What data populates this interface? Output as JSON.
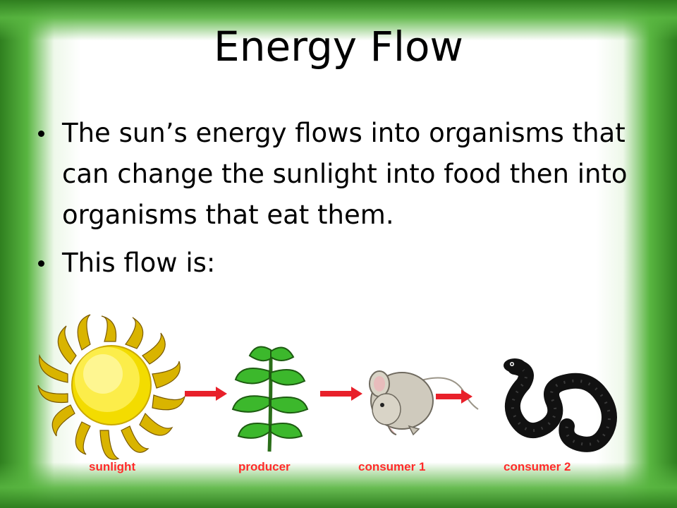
{
  "slide": {
    "title": "Energy Flow",
    "bullets": [
      "The sun’s energy flows into organisms that can change the sunlight into food then into organisms that eat them.",
      "This flow is:"
    ],
    "flow": [
      {
        "label": "sunlight",
        "icon": "sun-icon"
      },
      {
        "label": "producer",
        "icon": "plant-icon"
      },
      {
        "label": "consumer 1",
        "icon": "mouse-icon"
      },
      {
        "label": "consumer 2",
        "icon": "snake-icon"
      }
    ]
  },
  "colors": {
    "border_green": "#3e8f2c",
    "arrow_red": "#e8202a",
    "label_red": "#ff2a2a",
    "sun_yellow": "#f7e500",
    "leaf_green": "#36b32a",
    "mouse_gray": "#c9c4b6"
  }
}
